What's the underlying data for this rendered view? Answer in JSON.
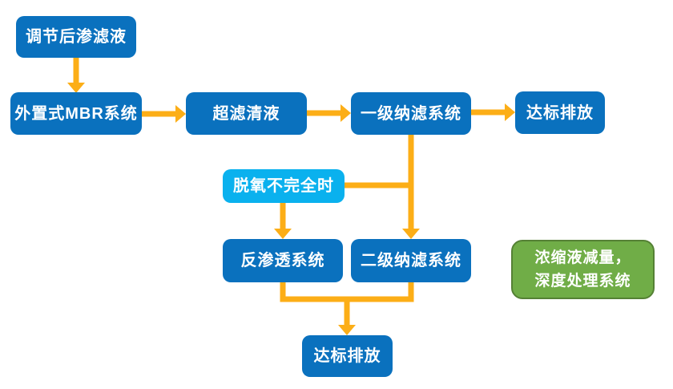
{
  "colors": {
    "box_blue": "#0a71be",
    "box_cyan": "#0ab1ee",
    "box_green": "#70ad47",
    "green_border": "#558135",
    "arrow": "#fcae17",
    "label": "#ffffff"
  },
  "nodes": {
    "adjusted_leachate": {
      "label": "调节后渗滤液"
    },
    "mbr_system": {
      "label": "外置式MBR系统"
    },
    "uf_clear_liquid": {
      "label": "超滤清液"
    },
    "nf1_system": {
      "label": "一级纳滤系统"
    },
    "discharge_top": {
      "label": "达标排放"
    },
    "deoxygen_incomplete": {
      "label": "脱氧不完全时"
    },
    "ro_system": {
      "label": "反渗透系统"
    },
    "nf2_system": {
      "label": "二级纳滤系统"
    },
    "concentrate_reduction": {
      "line1": "浓缩液减量，",
      "line2": "深度处理系统"
    },
    "discharge_bottom": {
      "label": "达标排放"
    }
  }
}
